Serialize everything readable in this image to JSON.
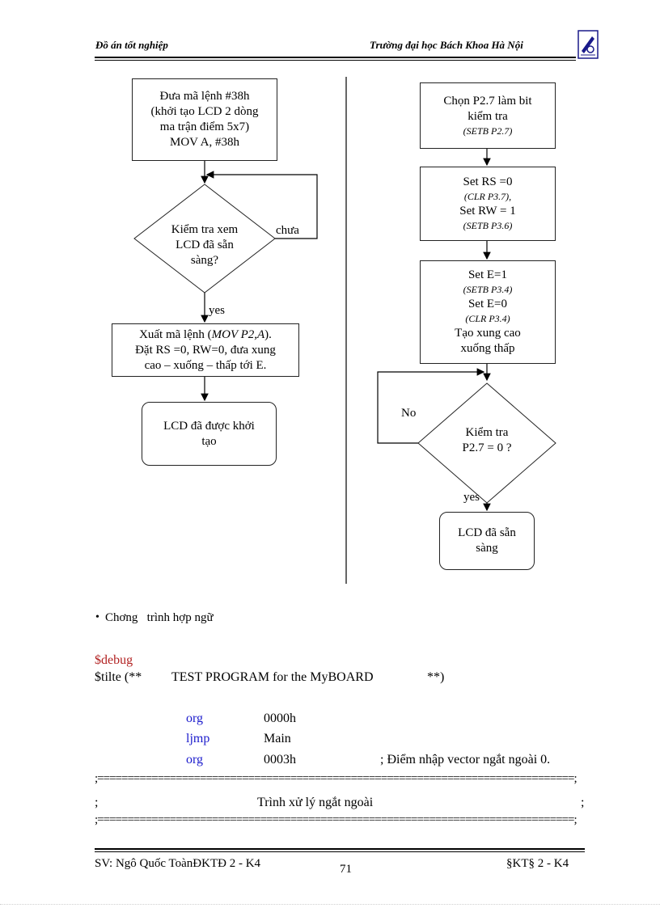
{
  "header": {
    "left": "Đồ án tốt nghiệp",
    "right": "Trường đại học Bách Khoa Hà Nội"
  },
  "left_flow": {
    "box1": [
      "Đưa mã lệnh #38h",
      "(khởi tạo LCD 2 dòng",
      "ma trận điểm 5x7)",
      "MOV A, #38h"
    ],
    "decision": [
      "Kiểm tra xem",
      "LCD đã sẵn",
      "sàng?"
    ],
    "label_no": "chưa",
    "label_yes": "yes",
    "box2_line1_pre": "Xuất  mã lệnh  (",
    "box2_line1_italic": "MOV P2,A",
    "box2_line1_post": ").",
    "box2_line2": "Đặt RS =0, RW=0, đưa xung",
    "box2_line3": "cao – xuống – thấp  tới E.",
    "end": [
      "LCD đã được khởi",
      "tạo"
    ]
  },
  "right_flow": {
    "box1": [
      "Chọn P2.7 làm bit",
      "kiểm tra"
    ],
    "box1_code": "(SETB P2.7)",
    "box2_l1": "Set RS =0",
    "box2_c1": "(CLR P3.7),",
    "box2_l2": "Set RW = 1",
    "box2_c2": "(SETB P3.6)",
    "box3_l1": "Set E=1",
    "box3_c1": "(SETB P3.4)",
    "box3_l2": "Set E=0",
    "box3_c2": "(CLR P3.4)",
    "box3_l3": "Tạo xung cao",
    "box3_l4": "xuống thấp",
    "decision": [
      "Kiểm tra",
      "P2.7 = 0 ?"
    ],
    "label_no": "No",
    "label_yes": "yes",
    "end": [
      "LCD đã sẵn",
      "sàng"
    ]
  },
  "body": {
    "bullet_text": "Chơng   trình hợp ngữ",
    "debug": "$debug",
    "title_line_a": "$tilte (**",
    "title_line_b": "TEST PROGRAM for the MyBOARD",
    "title_line_c": "**)",
    "code": [
      {
        "op": "org",
        "arg": "0000h",
        "comment": ""
      },
      {
        "op": "ljmp",
        "arg": "Main",
        "comment": ""
      },
      {
        "op": "org",
        "arg": "0003h",
        "comment": "; Điểm nhập vector ngắt ngoài 0."
      }
    ],
    "sep_line": ";===============================================================================;",
    "isr_left": ";",
    "isr_title": "Trình xử lý ngắt ngoài",
    "isr_right": ";"
  },
  "footer": {
    "left": "SV: Ngô Quốc ToànĐKTĐ 2 - K4",
    "page": "71",
    "right": "§KT§ 2 - K4"
  },
  "colors": {
    "code_blue": "#1a1acc",
    "debug_red": "#b22222"
  }
}
